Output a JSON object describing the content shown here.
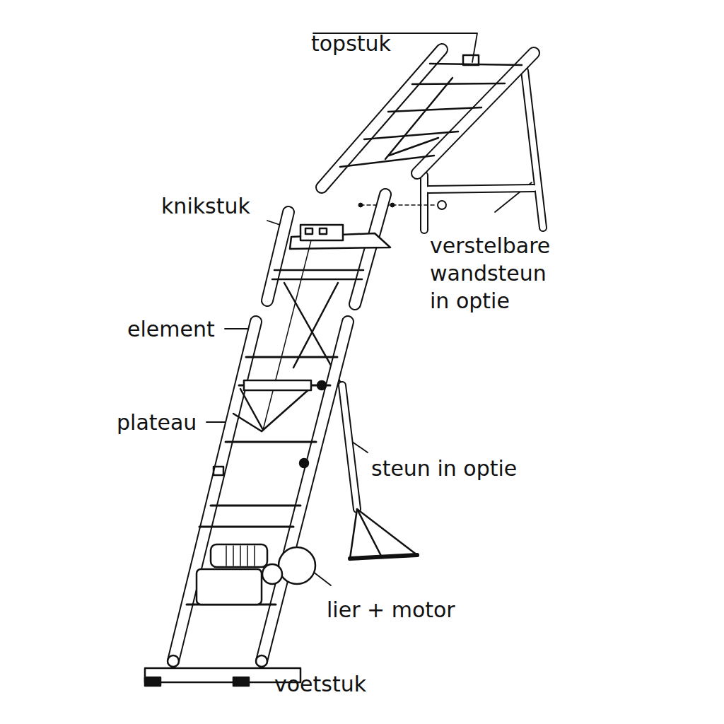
{
  "diagram": {
    "labels": [
      "topstuk",
      "knikstuk",
      "verstelbare wandsteun in optie",
      "element",
      "plateau",
      "steun in optie",
      "lier + motor",
      "voetstuk"
    ]
  }
}
